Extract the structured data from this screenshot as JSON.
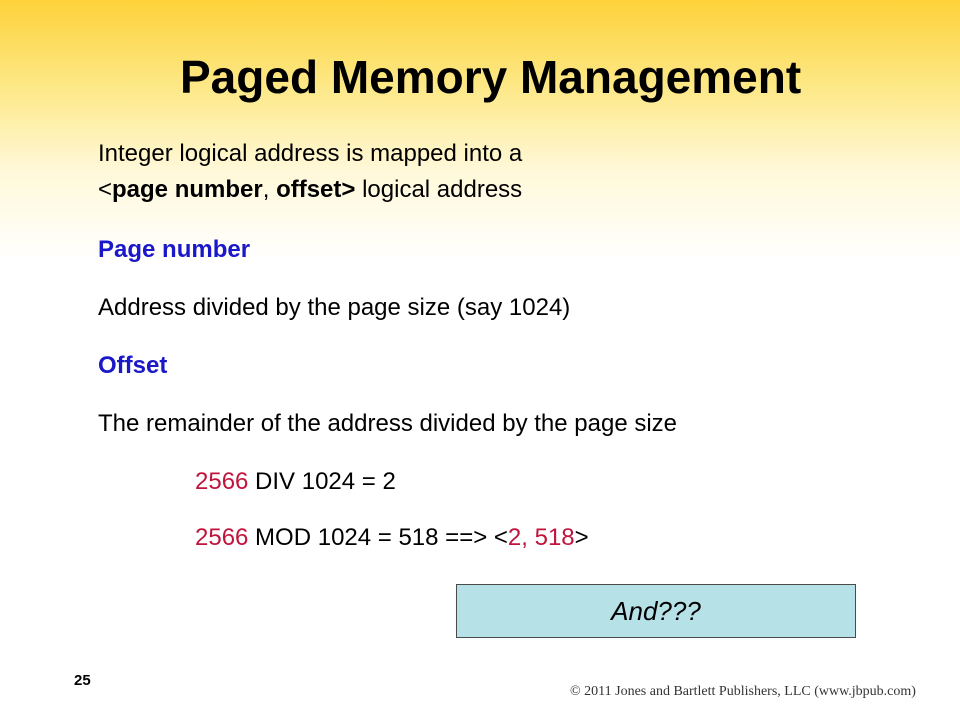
{
  "slide": {
    "title": "Paged Memory Management",
    "intro": {
      "line1": "Integer logical address is mapped into a",
      "open_bracket": "<",
      "page_number_term": "page number",
      "comma": ", ",
      "offset_term": "offset",
      "close_bracket": ">",
      "line2_tail": " logical address"
    },
    "page_number_heading": "Page number",
    "page_number_desc": "Address divided by the page size (say 1024)",
    "offset_heading": "Offset",
    "offset_desc": "The remainder of the address divided by the page size",
    "example_div": {
      "value": "2566",
      "rest": " DIV 1024 = 2"
    },
    "example_mod": {
      "value": "2566",
      "middle": " MOD 1024 = 518  ==> <",
      "result": "2, 518",
      "end": ">"
    },
    "answer_box": "And???",
    "page_number": "25",
    "copyright": "© 2011 Jones and Bartlett Publishers, LLC (www.jbpub.com)"
  },
  "colors": {
    "heading_blue": "#1a18c8",
    "example_red": "#c0143c",
    "box_fill": "#b6e1e6",
    "title_gradient_top": "#fdd23a"
  }
}
